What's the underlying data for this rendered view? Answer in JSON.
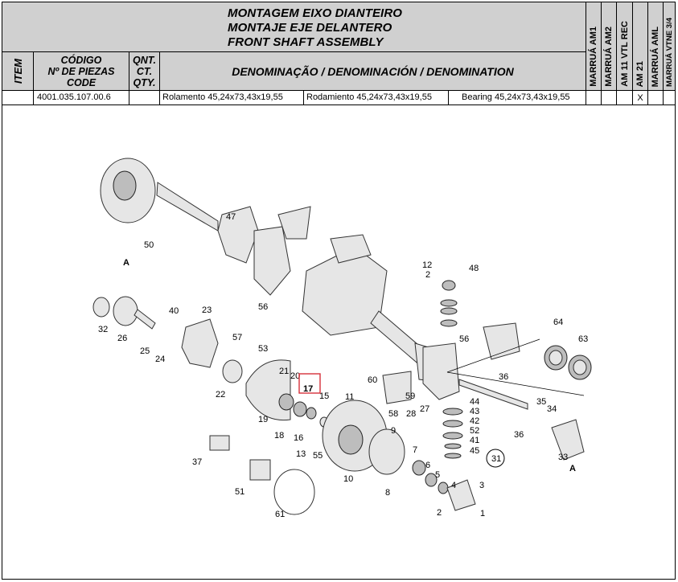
{
  "header": {
    "title_lines": [
      "MONTAGEM EIXO DIANTEIRO",
      "MONTAJE EJE DELANTERO",
      "FRONT SHAFT ASSEMBLY"
    ],
    "item": "ITEM",
    "code_lines": [
      "CÓDIGO",
      "Nº DE PIEZAS",
      "CODE"
    ],
    "qty_lines": [
      "QNT.",
      "CT.",
      "QTY."
    ],
    "denomination": "DENOMINAÇÃO / DENOMINACIÓN / DENOMINATION",
    "models": [
      "MARRUÁ AM1",
      "MARRUÁ AM2",
      "AM 11 VTL REC",
      "AM 21",
      "MARRUÁ AML",
      "MARRUÁ VTNE 3/4"
    ]
  },
  "row": {
    "item": "",
    "code": "4001.035.107.00.6",
    "qty": "",
    "desc_pt": "Rolamento 45,24x73,43x19,55",
    "desc_es": "Rodamiento 45,24x73,43x19,55",
    "desc_en": "Bearing 45,24x73,43x19,55",
    "marks": [
      "",
      "",
      "",
      "X",
      "",
      ""
    ]
  },
  "diagram": {
    "labels": [
      "50",
      "47",
      "56",
      "12",
      "2",
      "48",
      "A",
      "32",
      "26",
      "40",
      "25",
      "24",
      "23",
      "57",
      "56",
      "64",
      "63",
      "53",
      "21",
      "20",
      "17",
      "15",
      "11",
      "60",
      "58",
      "59",
      "36",
      "22",
      "19",
      "18",
      "16",
      "13",
      "55",
      "9",
      "28",
      "27",
      "44",
      "43",
      "42",
      "52",
      "41",
      "45",
      "35",
      "34",
      "36",
      "33",
      "A",
      "37",
      "51",
      "10",
      "8",
      "7",
      "6",
      "5",
      "4",
      "3",
      "2",
      "1",
      "61",
      "31"
    ],
    "highlighted_label": "17"
  }
}
